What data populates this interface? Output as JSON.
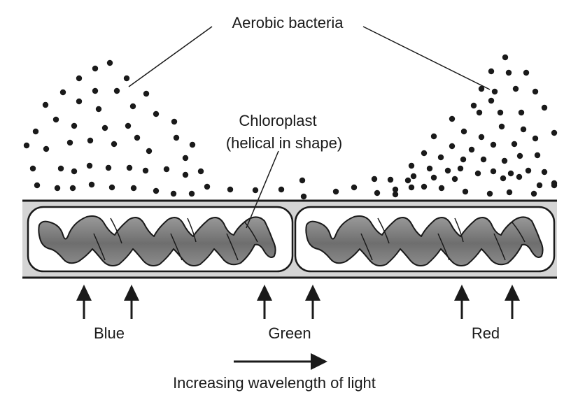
{
  "labels": {
    "bacteria": "Aerobic bacteria",
    "chloroplast_line1": "Chloroplast",
    "chloroplast_line2": "(helical in shape)",
    "blue": "Blue",
    "green": "Green",
    "red": "Red",
    "wavelength": "Increasing wavelength of light"
  },
  "colors": {
    "dot": "#1a1a1a",
    "filament_fill": "#d4d4d4",
    "chloroplast_fill": "#7a7a7a",
    "outline": "#1a1a1a"
  },
  "icons": {
    "light_arrow": "arrow-up-icon",
    "wavelength_arrow": "arrow-right-icon"
  }
}
